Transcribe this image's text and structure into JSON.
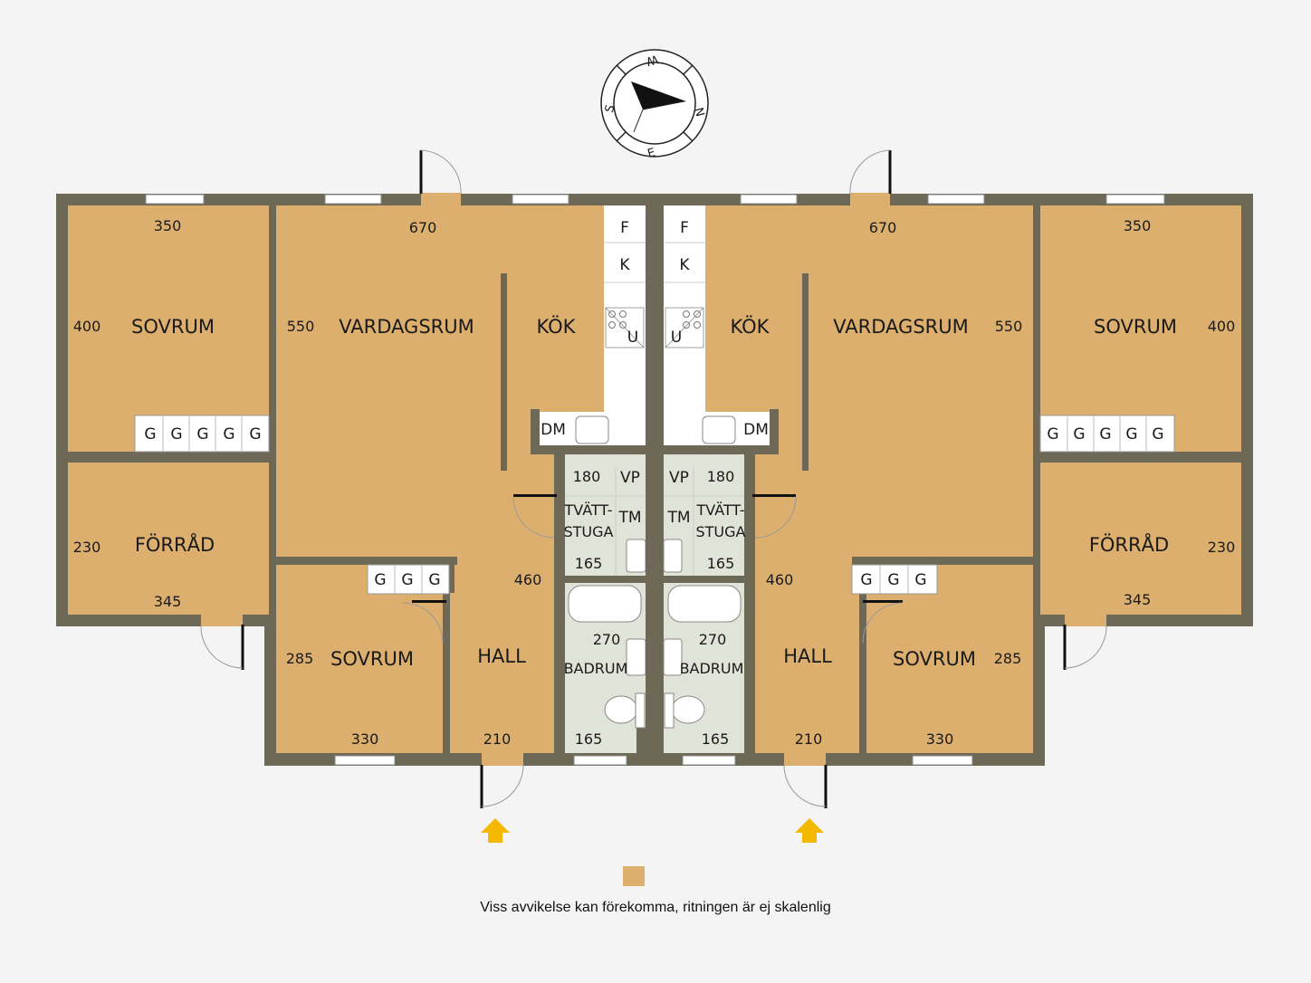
{
  "colors": {
    "room_fill": "#dcaf6e",
    "wall": "#6e6856",
    "wet_room_fill": "#e0e3d7",
    "kitchen_fill": "#ffffff",
    "entrance_arrow": "#f5b800",
    "background": "#f4f4f4"
  },
  "compass": {
    "icon": "compass-rose-icon",
    "north": "N",
    "south": "S",
    "east": "E",
    "west": "W"
  },
  "left_unit": {
    "sovrum_1": {
      "label": "SOVRUM",
      "width": "350",
      "depth": "400"
    },
    "vardagsrum": {
      "label": "VARDAGSRUM",
      "width": "670",
      "depth": "550"
    },
    "kok": {
      "label": "KÖK"
    },
    "forrad": {
      "label": "FÖRRÅD",
      "width": "345",
      "depth": "230"
    },
    "sovrum_2": {
      "label": "SOVRUM",
      "width": "330",
      "depth": "285"
    },
    "hall": {
      "label": "HALL",
      "width": "210",
      "depth": "460"
    },
    "tvattstuga": {
      "label_line1": "TVÄTT-",
      "label_line2": "STUGA",
      "top": "180",
      "width": "165"
    },
    "badrum": {
      "label": "BADRUM",
      "depth": "270",
      "width": "165"
    },
    "fixtures": {
      "freezer": "F",
      "fridge": "K",
      "oven": "U",
      "dishwasher": "DM",
      "heat_pump": "VP",
      "dryer": "TM",
      "wardrobe": "G"
    }
  },
  "right_unit": {
    "sovrum_1": {
      "label": "SOVRUM",
      "width": "350",
      "depth": "400"
    },
    "vardagsrum": {
      "label": "VARDAGSRUM",
      "width": "670",
      "depth": "550"
    },
    "kok": {
      "label": "KÖK"
    },
    "forrad": {
      "label": "FÖRRÅD",
      "width": "345",
      "depth": "230"
    },
    "sovrum_2": {
      "label": "SOVRUM",
      "width": "330",
      "depth": "285"
    },
    "hall": {
      "label": "HALL",
      "width": "210",
      "depth": "460"
    },
    "tvattstuga": {
      "label_line1": "TVÄTT-",
      "label_line2": "STUGA",
      "top": "180",
      "width": "165"
    },
    "badrum": {
      "label": "BADRUM",
      "depth": "270",
      "width": "165"
    },
    "fixtures": {
      "freezer": "F",
      "fridge": "K",
      "oven": "U",
      "dishwasher": "DM",
      "heat_pump": "VP",
      "dryer": "TM",
      "wardrobe": "G"
    }
  },
  "entrance_icon": "entrance-arrow-icon",
  "disclaimer": "Viss avvikelse kan förekomma, ritningen är ej skalenlig"
}
